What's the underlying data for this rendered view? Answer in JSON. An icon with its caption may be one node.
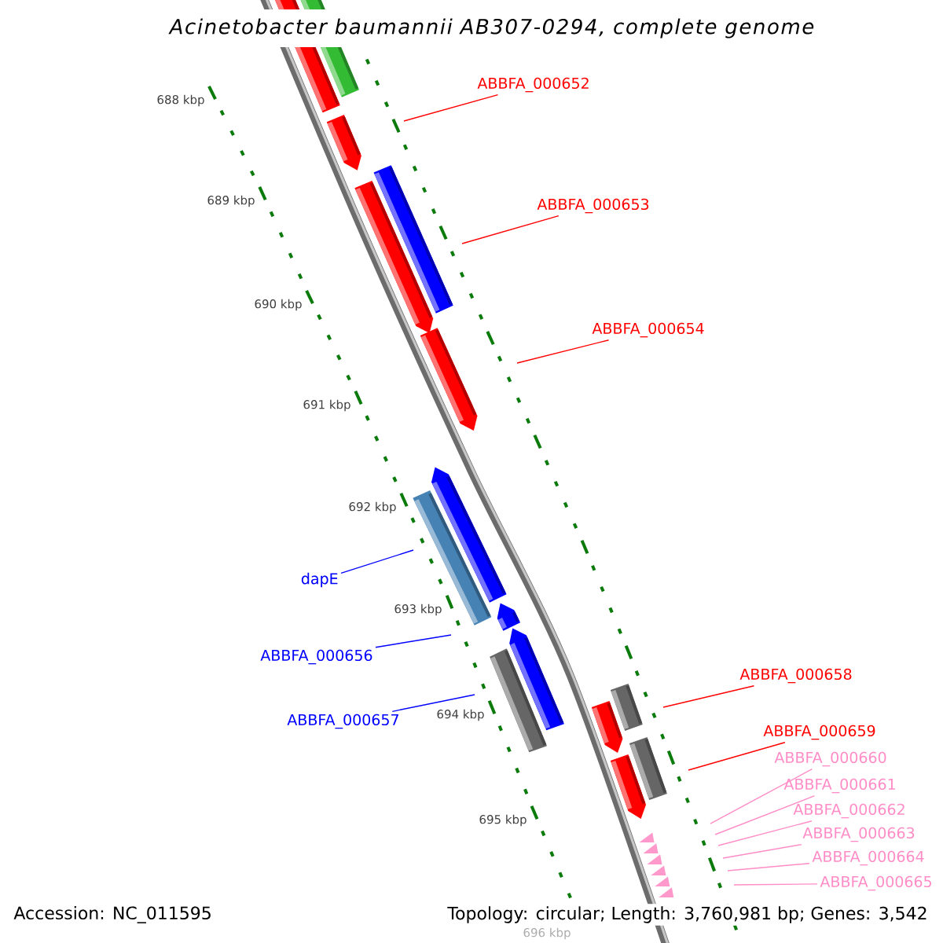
{
  "diagram": {
    "title": "Acinetobacter baumannii AB307-0294, complete genome",
    "nodes": [
      {
        "text": [
          "ABBFA_000652"
        ]
      },
      {
        "text": [
          "ABBFA_000653"
        ]
      },
      {
        "text": [
          "ABBFA_000654"
        ]
      },
      {
        "text": [
          "dapE"
        ]
      },
      {
        "text": [
          "ABBFA_000656"
        ]
      },
      {
        "text": [
          "ABBFA_000657"
        ]
      },
      {
        "text": [
          "ABBFA_000658"
        ]
      },
      {
        "text": [
          "ABBFA_000659"
        ]
      },
      {
        "text": [
          "ABBFA_000660"
        ]
      },
      {
        "text": [
          "ABBFA_000661"
        ]
      },
      {
        "text": [
          "ABBFA_000662"
        ]
      },
      {
        "text": [
          "ABBFA_000663"
        ]
      },
      {
        "text": [
          "ABBFA_000664"
        ]
      },
      {
        "text": [
          "ABBFA_000665"
        ]
      }
    ],
    "edges": [
      {
        "from": 0,
        "to": null,
        "arrow": "none",
        "color": "#ff0000"
      },
      {
        "from": 1,
        "to": null,
        "arrow": "none",
        "color": "#ff0000"
      },
      {
        "from": 2,
        "to": null,
        "arrow": "none",
        "color": "#ff0000"
      },
      {
        "from": 3,
        "to": null,
        "arrow": "none",
        "color": "#0000ff"
      },
      {
        "from": 4,
        "to": null,
        "arrow": "none",
        "color": "#0000ff"
      },
      {
        "from": 5,
        "to": null,
        "arrow": "none",
        "color": "#0000ff"
      },
      {
        "from": 6,
        "to": null,
        "arrow": "none",
        "color": "#ff0000"
      },
      {
        "from": 7,
        "to": null,
        "arrow": "none",
        "color": "#ff0000"
      },
      {
        "from": 8,
        "to": null,
        "arrow": "none",
        "color": "#ff8cc6"
      },
      {
        "from": 9,
        "to": null,
        "arrow": "none",
        "color": "#ff8cc6"
      },
      {
        "from": 10,
        "to": null,
        "arrow": "none",
        "color": "#ff8cc6"
      },
      {
        "from": 11,
        "to": null,
        "arrow": "none",
        "color": "#ff8cc6"
      },
      {
        "from": 12,
        "to": null,
        "arrow": "none",
        "color": "#ff8cc6"
      },
      {
        "from": 13,
        "to": null,
        "arrow": "none",
        "color": "#ff8cc6"
      }
    ],
    "labels": [
      "688 kbp",
      "689 kbp",
      "690 kbp",
      "691 kbp",
      "692 kbp",
      "693 kbp",
      "694 kbp",
      "695 kbp",
      "696 kbp",
      "Accession: NC_011595",
      "Topology: circular; Length: 3,760,981 bp; Genes: 3,542"
    ]
  }
}
